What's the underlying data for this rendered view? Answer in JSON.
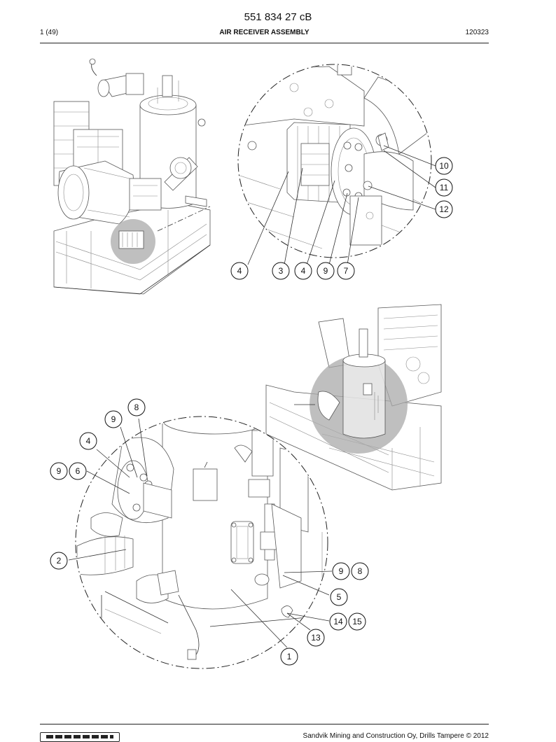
{
  "header": {
    "doc_number": "551 834 27 cB",
    "page_count": "1 (49)",
    "title": "AIR RECEIVER ASSEMBLY",
    "date_code": "120323"
  },
  "footer": {
    "copyright": "Sandvik Mining and Construction Oy, Drills Tampere © 2012"
  },
  "callouts": {
    "detail_upper": [
      "10",
      "11",
      "12",
      "4",
      "3",
      "4",
      "9",
      "7"
    ],
    "detail_lower": [
      "8",
      "9",
      "4",
      "9",
      "6",
      "2",
      "9",
      "8",
      "5",
      "14",
      "15",
      "13",
      "1"
    ]
  }
}
